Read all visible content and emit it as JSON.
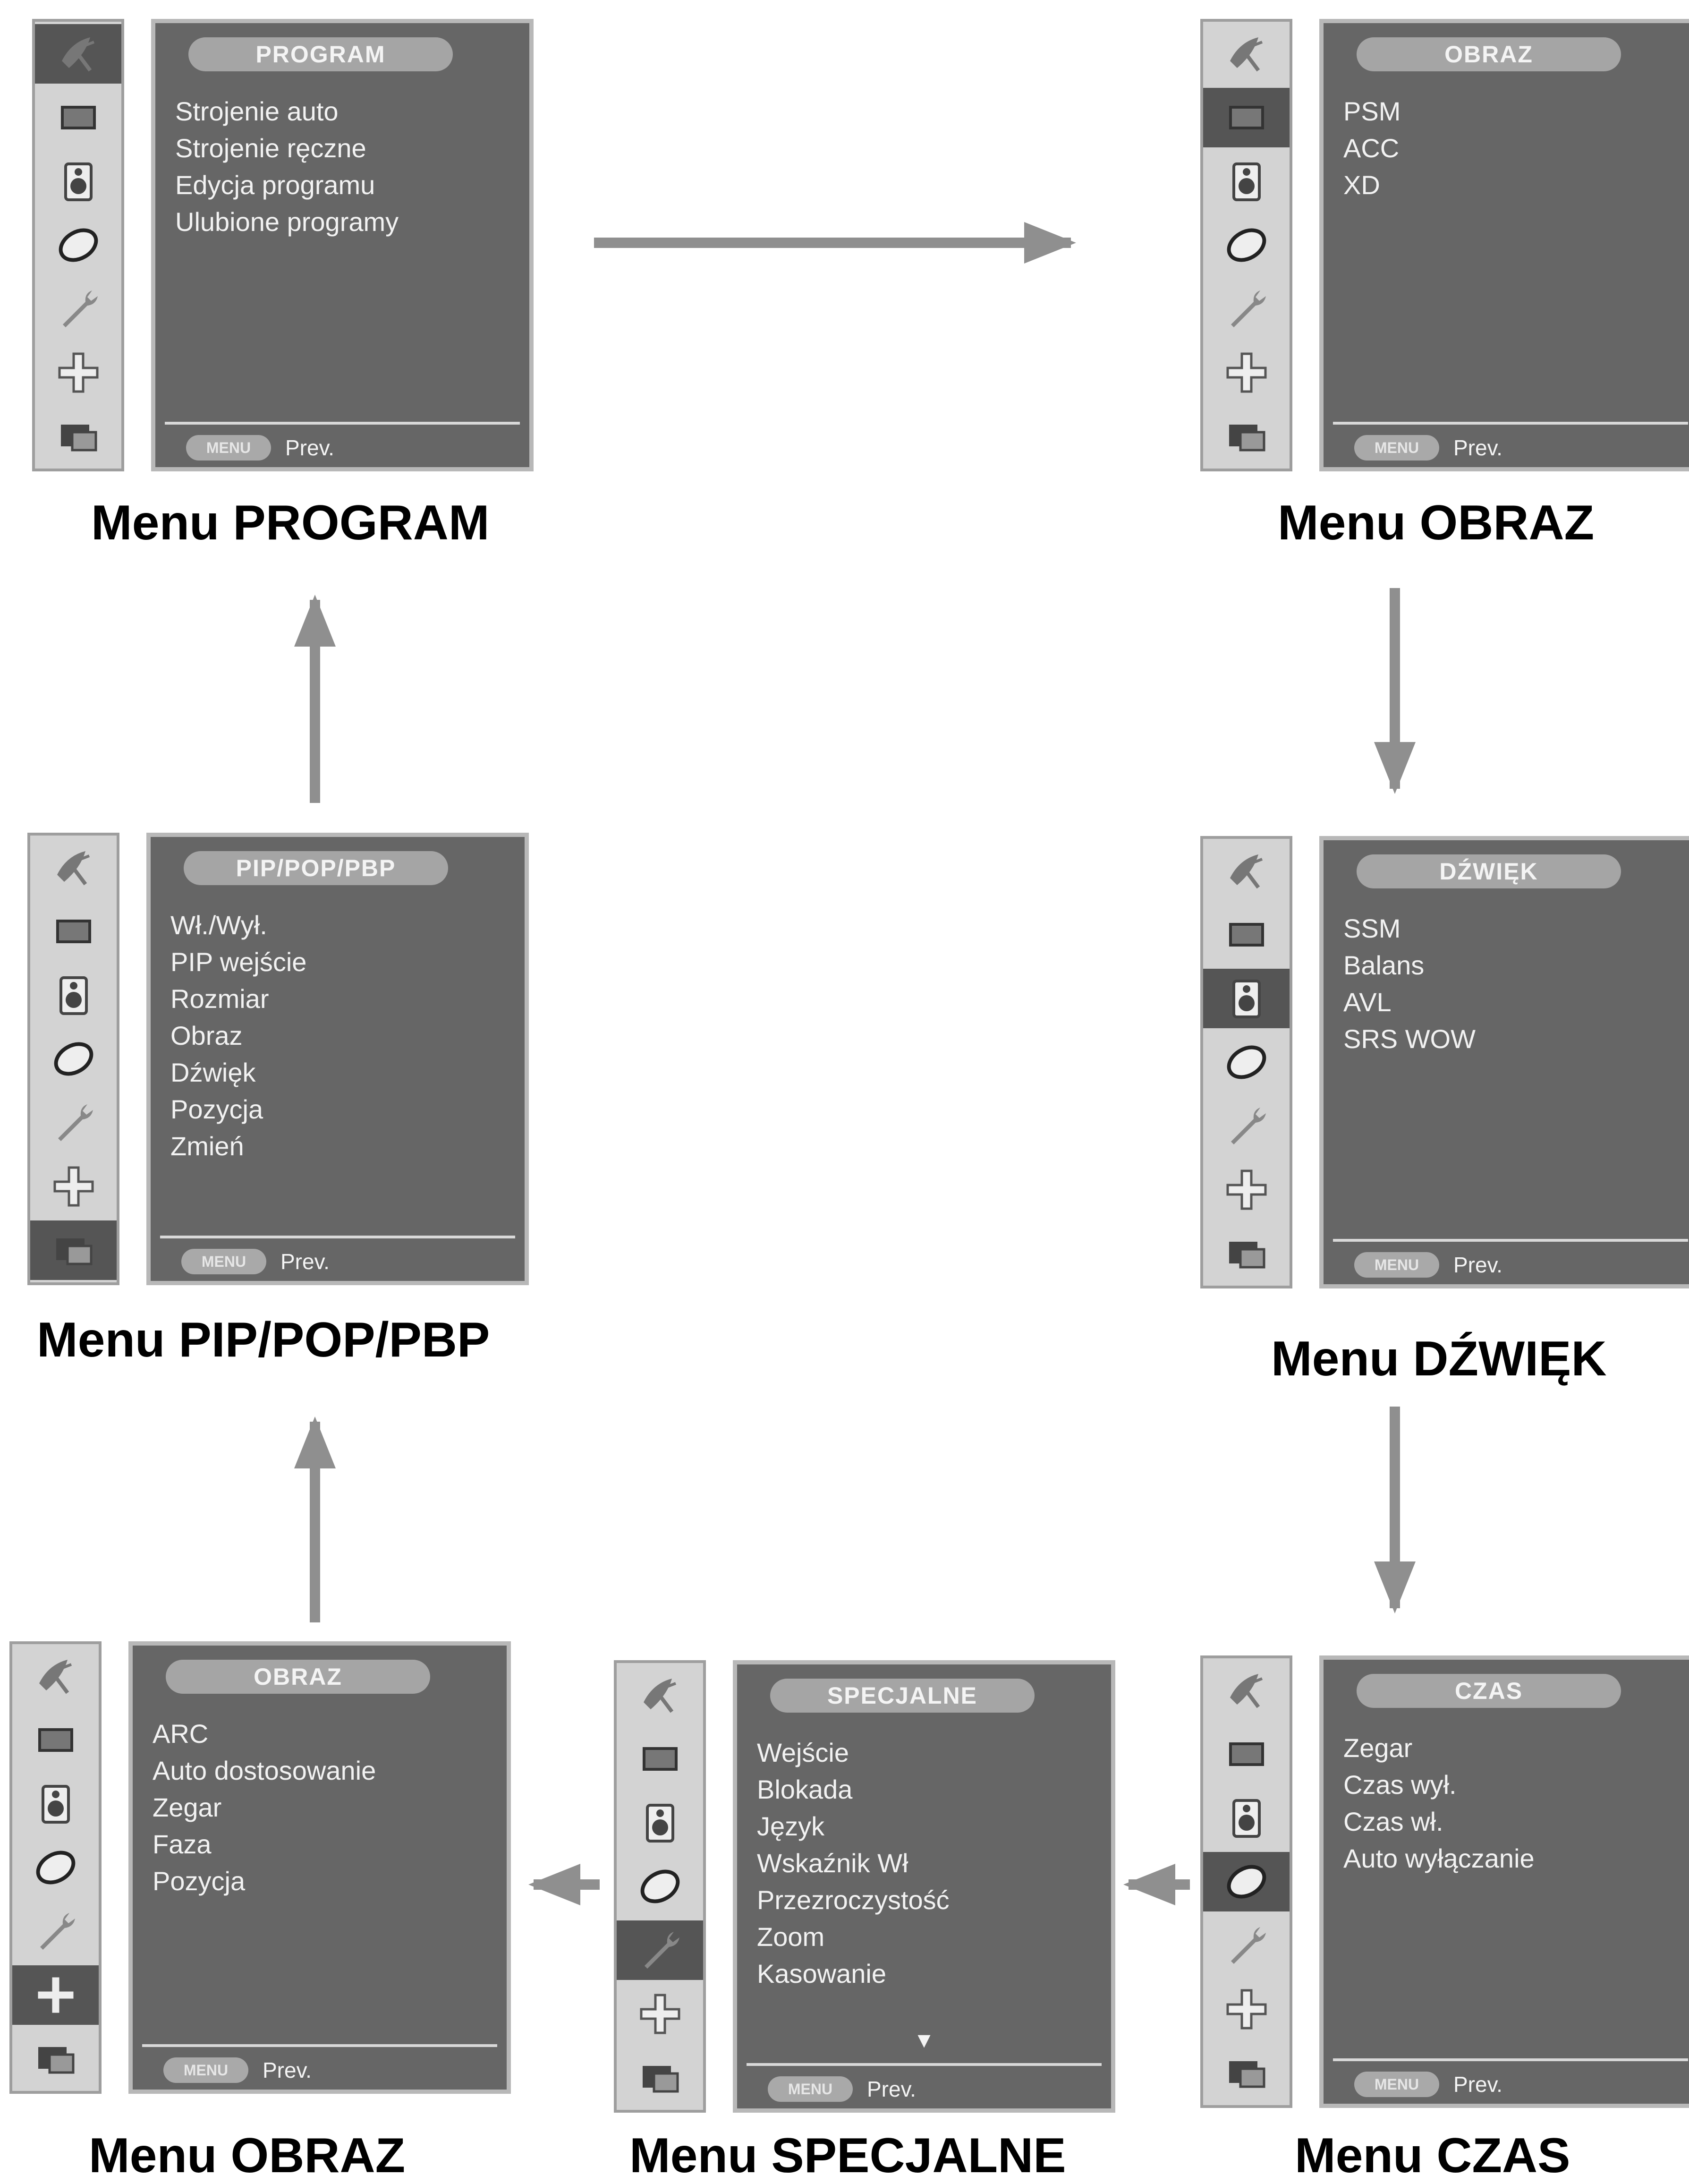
{
  "colors": {
    "arrow": "#8f8f8f",
    "panel": "#666666",
    "sidebar": "#d3d3d3",
    "active_tab": "#555555"
  },
  "sidebar_icons": [
    "satellite-dish-icon",
    "picture-icon",
    "speaker-icon",
    "clock-icon",
    "wrench-icon",
    "move-cross-icon",
    "pip-window-icon"
  ],
  "menus": {
    "program": {
      "title": "PROGRAM",
      "items": [
        "Strojenie  auto",
        "Strojenie ręczne",
        "Edycja programu",
        "Ulubione programy"
      ],
      "menu_button": "MENU",
      "prev": "Prev.",
      "caption": "Menu PROGRAM",
      "active_tab": 0
    },
    "obraz_picture": {
      "title": "OBRAZ",
      "items": [
        "PSM",
        "ACC",
        "XD"
      ],
      "menu_button": "MENU",
      "prev": "Prev.",
      "caption": "Menu OBRAZ",
      "active_tab": 1
    },
    "dzwiek": {
      "title": "DŹWIĘK",
      "items": [
        "SSM",
        "Balans",
        "AVL",
        "SRS WOW"
      ],
      "menu_button": "MENU",
      "prev": "Prev.",
      "caption": "Menu DŹWIĘK",
      "active_tab": 2
    },
    "czas": {
      "title": "CZAS",
      "items": [
        "Zegar",
        "Czas wył.",
        "Czas wł.",
        "Auto wyłączanie"
      ],
      "menu_button": "MENU",
      "prev": "Prev.",
      "caption": "Menu CZAS",
      "active_tab": 3
    },
    "specjalne": {
      "title": "SPECJALNE",
      "items": [
        "Wejście",
        "Blokada",
        "Język",
        "Wskaźnik Wł",
        "Przezroczystość",
        "Zoom",
        "Kasowanie"
      ],
      "more_indicator": "▼",
      "menu_button": "MENU",
      "prev": "Prev.",
      "caption": "Menu SPECJALNE",
      "active_tab": 4
    },
    "obraz_screen": {
      "title": "OBRAZ",
      "items": [
        "ARC",
        "Auto dostosowanie",
        "Zegar",
        "Faza",
        "Pozycja"
      ],
      "menu_button": "MENU",
      "prev": "Prev.",
      "caption": "Menu OBRAZ",
      "active_tab": 5
    },
    "pip": {
      "title": "PIP/POP/PBP",
      "items": [
        "Wł./Wył.",
        "PIP wejście",
        "Rozmiar",
        "Obraz",
        "Dźwięk",
        "Pozycja",
        "Zmień"
      ],
      "menu_button": "MENU",
      "prev": "Prev.",
      "caption": "Menu PIP/POP/PBP",
      "active_tab": 6
    }
  }
}
